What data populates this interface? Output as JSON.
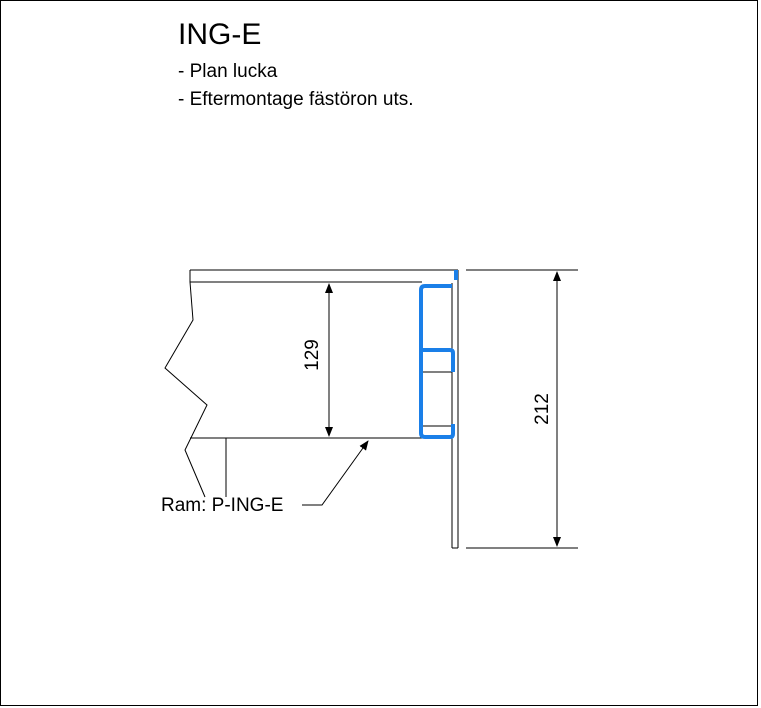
{
  "header": {
    "title": "ING-E",
    "notes": [
      "- Plan lucka",
      "- Eftermontage fästöron uts."
    ]
  },
  "drawing": {
    "dimension_inner": "129",
    "dimension_outer": "212",
    "callout_label": "Ram: P-ING-E",
    "colors": {
      "line": "#000000",
      "profile_highlight": "#1a7fe8"
    }
  }
}
